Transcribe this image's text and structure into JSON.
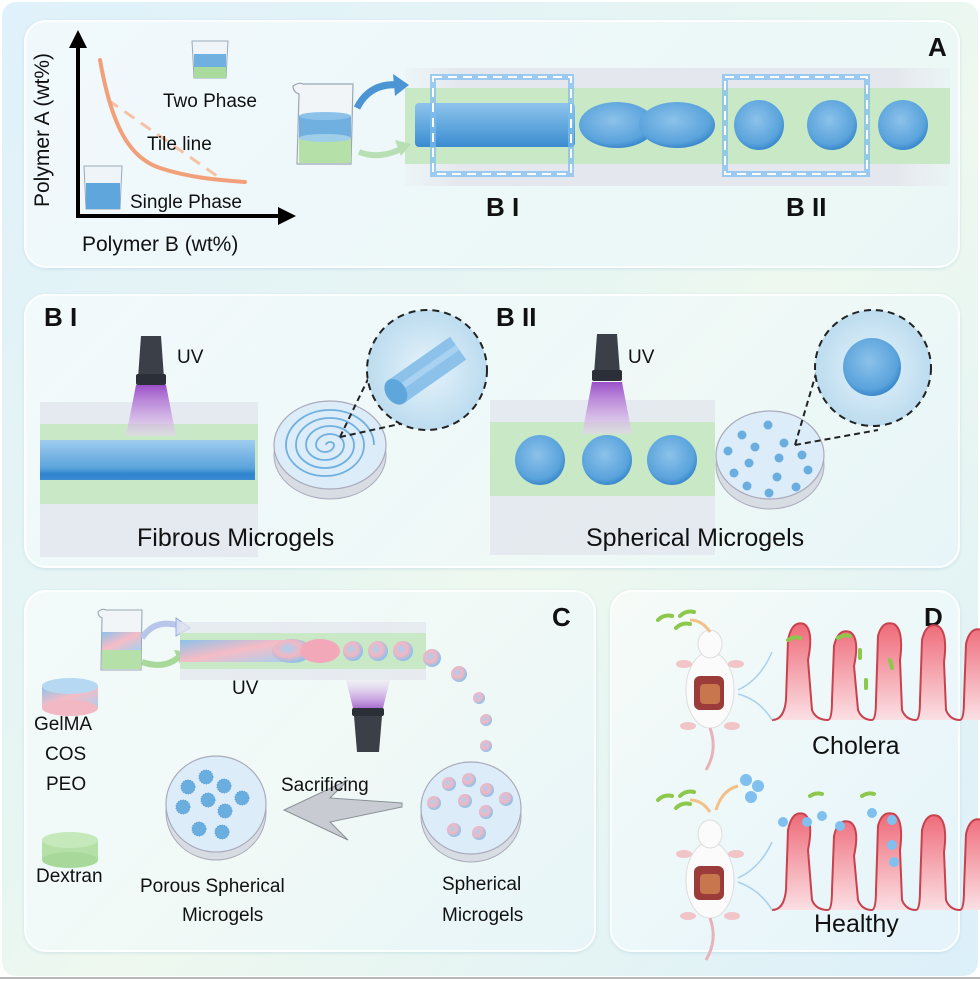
{
  "panel_a": {
    "letter": "A",
    "y_axis_label": "Polymer A (wt%)",
    "x_axis_label": "Polymer B (wt%)",
    "region_two_phase": "Two Phase",
    "curve_label": "Tile line",
    "region_single_phase": "Single Phase",
    "box_labels": [
      "B I",
      "B II"
    ]
  },
  "panel_b1": {
    "letter": "B I",
    "uv_label": "UV",
    "caption": "Fibrous Microgels"
  },
  "panel_b2": {
    "letter": "B II",
    "uv_label": "UV",
    "caption": "Spherical Microgels"
  },
  "panel_c": {
    "letter": "C",
    "uv_label": "UV",
    "materials": [
      "GelMA",
      "COS",
      "PEO"
    ],
    "dextran_label": "Dextran",
    "arrow_label": "Sacrificing",
    "left_dish_caption": [
      "Porous Spherical",
      "Microgels"
    ],
    "right_dish_caption": [
      "Spherical",
      "Microgels"
    ]
  },
  "panel_d": {
    "letter": "D",
    "top_caption": "Cholera",
    "bottom_caption": "Healthy"
  },
  "colors": {
    "gel_blue": "#5aa3dc",
    "phase_green": "#c9e8c6",
    "curve_orange": "#f2a07a",
    "uv_purple": "#9b4fc8",
    "villi_red": "#e86a78",
    "bacteria_green": "#8cc84b"
  }
}
